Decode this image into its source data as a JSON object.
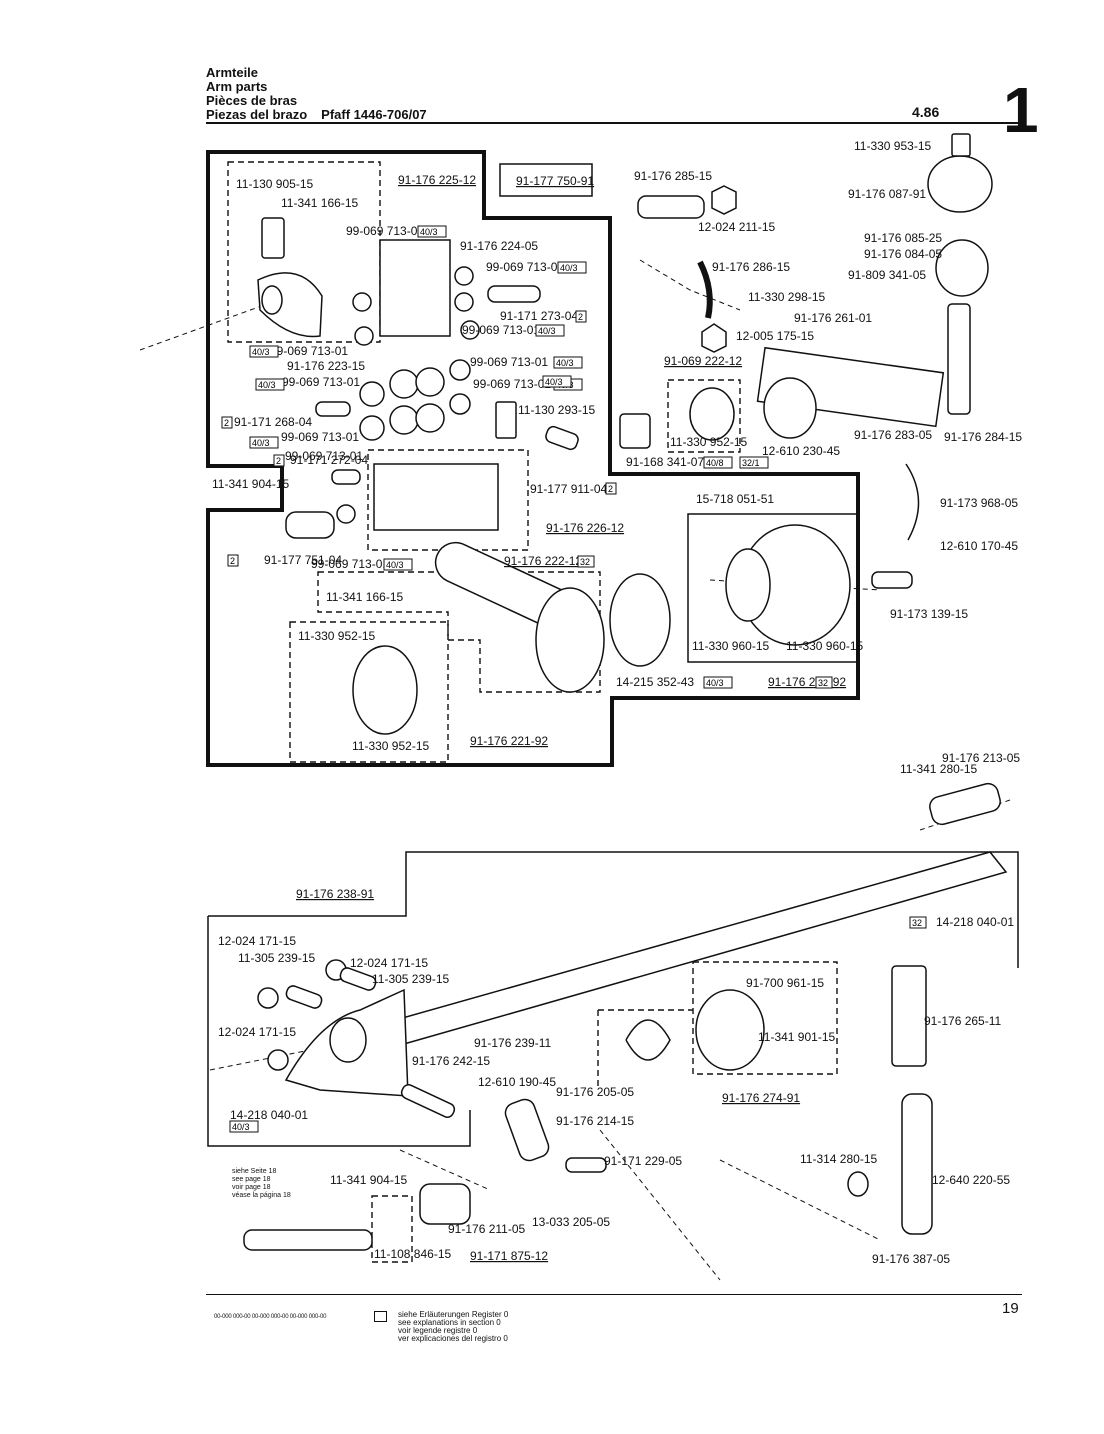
{
  "header": {
    "lines": [
      "Armteile",
      "Arm parts",
      "Pièces de bras",
      "Piezas del brazo"
    ],
    "model": "Pfaff 1446-706/07",
    "date": "4.86",
    "section": "1"
  },
  "parts": [
    "11-130 905-15",
    "11-341 166-15",
    "91-176 225-12",
    "91-177 750-91",
    "99-069 713-01",
    "91-176 224-05",
    "99-069 713-01",
    "91-171 273-04",
    "99-069 713-01",
    "99-069 713-01",
    "91-176 223-15",
    "99-069 713-01",
    "99-069 713-01",
    "99-069 713-01",
    "99-069 713-01",
    "91-171 268-04",
    "11-130 293-15",
    "99-069 713-01",
    "91-171 272-04",
    "11-341 904-15",
    "91-177 911-04",
    "91-176 226-12",
    "91-177 751-04",
    "99-069 713-01",
    "91-176 222-12",
    "11-341 166-15",
    "11-330 952-15",
    "11-330 952-15",
    "91-176 221-92",
    "91-176 285-15",
    "12-024 211-15",
    "91-176 286-15",
    "12-005 175-15",
    "91-069 222-12",
    "11-330 952-15",
    "12-610 230-45",
    "91-168 341-07",
    "11-330 298-15",
    "91-176 261-01",
    "91-809 341-05",
    "91-176 283-05",
    "91-176 284-15",
    "11-330 953-15",
    "91-176 087-91",
    "91-176 085-25",
    "91-176 084-05",
    "15-718 051-51",
    "11-330 960-15",
    "11-330 960-15",
    "14-215 352-43",
    "91-176 220-92",
    "91-173 968-05",
    "12-610 170-45",
    "91-173 139-15",
    "91-176 213-05",
    "11-341 280-15",
    "14-218 040-01",
    "91-176 238-91",
    "12-024 171-15",
    "11-305 239-15",
    "12-024 171-15",
    "11-305 239-15",
    "12-024 171-15",
    "91-176 239-11",
    "91-176 242-15",
    "14-218 040-01",
    "91-700 961-15",
    "11-341 901-15",
    "91-176 274-91",
    "91-176 265-11",
    "12-610 190-45",
    "91-176 205-05",
    "91-176 214-15",
    "91-171 229-05",
    "11-314 280-15",
    "12-640 220-55",
    "91-176 387-05",
    "11-341 904-15",
    "91-176 211-05",
    "13-033 205-05",
    "11-108 846-15",
    "91-171 875-12"
  ],
  "tags": [
    "40/3",
    "40/3",
    "2",
    "40/3",
    "40/3",
    "40/3",
    "40/3",
    "40/3",
    "2",
    "40/3",
    "2",
    "40/3",
    "2",
    "2",
    "40/3",
    "32",
    "32/1",
    "40/8",
    "32",
    "40/3",
    "32",
    "40/3",
    "40/3"
  ],
  "see_page": [
    "siehe Seite 18",
    "see page 18",
    "voir page 18",
    "véase la página 18"
  ],
  "footer": {
    "codes": "00-000 000-00  00-000 000-00  00-000 000-00",
    "legend": [
      "siehe Erläuterungen Register 0",
      "see explanations in section 0",
      "voir legende registre 0",
      "ver explicaciones del registro 0"
    ],
    "page": "19"
  }
}
